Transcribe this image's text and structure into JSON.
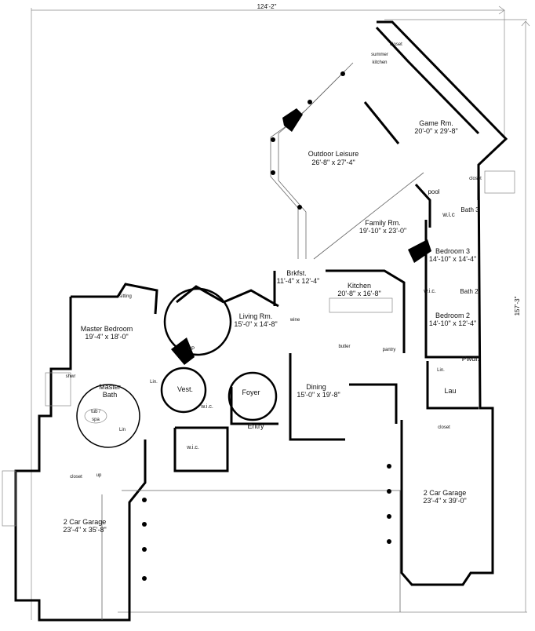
{
  "dimensions": {
    "width": "124'-2\"",
    "depth": "157'-3\""
  },
  "rooms": {
    "game": {
      "name": "Game Rm.",
      "size": "20'-0\" x 29'-8\""
    },
    "outdoor": {
      "name": "Outdoor Leisure",
      "size": "26'-8\" x 27'-4\""
    },
    "family": {
      "name": "Family Rm.",
      "size": "19'-10\" x 23'-0\""
    },
    "bedroom3": {
      "name": "Bedroom 3",
      "size": "14'-10\" x 14'-4\""
    },
    "brkfst": {
      "name": "Brkfst.",
      "size": "11'-4\" x 12'-4\""
    },
    "kitchen": {
      "name": "Kitchen",
      "size": "20'-8\" x 16'-8\""
    },
    "bedroom2": {
      "name": "Bedroom 2",
      "size": "14'-10\" x 12'-4\""
    },
    "dining": {
      "name": "Dining",
      "size": "15'-0\" x 19'-8\""
    },
    "master_bedroom": {
      "name": "Master Bedroom",
      "size": "19'-4\" x 18'-0\""
    },
    "living": {
      "name": "Living Rm.",
      "size": "15'-0\" x 14'-8\""
    },
    "garage_left": {
      "name": "2 Car Garage",
      "size": "23'-4\" x 35'-8\""
    },
    "garage_right": {
      "name": "2 Car Garage",
      "size": "23'-4\" x 39'-0\""
    },
    "master_bath": {
      "name": "Master Bath"
    },
    "vest": {
      "name": "Vest."
    },
    "foyer": {
      "name": "Foyer"
    },
    "entry": {
      "name": "Entry"
    },
    "lau": {
      "name": "Lau"
    },
    "pwdr": {
      "name": "Pwdr."
    },
    "bath3": {
      "name": "Bath 3"
    },
    "bath2": {
      "name": "Bath 2"
    }
  },
  "small_labels": {
    "closet_top": "closet",
    "summer_kitchen": "summer kitchen",
    "pool": "pool",
    "closet_pool": "closet",
    "wic_bath3": "w.i.c",
    "wic_bath2": "w.i.c.",
    "wine": "wine",
    "butler": "butler",
    "pantry": "pantry",
    "lin_pwdr": "Lin.",
    "closet_garage_right": "closet",
    "sitting": "sitting",
    "up_stair": "UP",
    "shwr": "shwr",
    "lin_bath": "Lin.",
    "lin_bath2": "Lin",
    "tub_spa": "tub / spa",
    "wic_vest": "w.i.c.",
    "wic_lower": "w.i.c.",
    "closet_garage_left": "closet",
    "up_garage": "up"
  }
}
